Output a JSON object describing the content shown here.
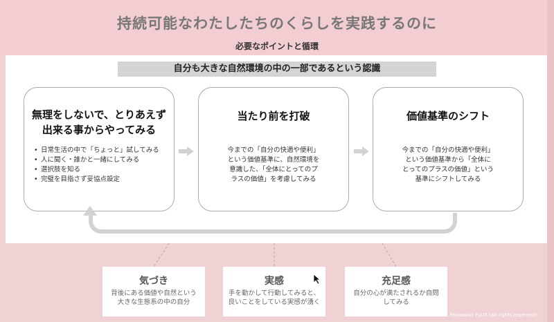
{
  "page": {
    "title": "持続可能なわたしたちのくらしを実践するのに",
    "subtitle": "必要なポイントと循環",
    "banner": "自分も大きな自然環境の中の一部であるという認識"
  },
  "cards": [
    {
      "title_line1": "無理をしないで、とりあえず",
      "title_line2": "出来る事からやってみる",
      "bullets": [
        "日常生活の中で「ちょっと」試してみる",
        "人に聞く・誰かと一緒にしてみる",
        "選択肢を知る",
        "完璧を目指さず妥協点設定"
      ]
    },
    {
      "title": "当たり前を打破",
      "body_lines": [
        "今までの「自分の快適や便利」",
        "という価値基準に、自然環境を",
        "意識した、「全体にとってのプ",
        "ラスの価値」を考慮してみる"
      ]
    },
    {
      "title": "価値基準のシフト",
      "body_lines": [
        "今までの「自分の快適や便利」",
        "という価値基準から「全体に",
        "とってのプラスの価値」という",
        "基準にシフトしてみる"
      ]
    }
  ],
  "bottom_cards": [
    {
      "title": "気づき",
      "lines": [
        "背後にある価値や自然という",
        "大きな生態系の中の自分"
      ]
    },
    {
      "title": "実感",
      "lines": [
        "手を動かして行動してみると、",
        "良いことをしている実感が湧く"
      ]
    },
    {
      "title": "充足感",
      "lines": [
        "自分の心が満たされるか自問",
        "してみる"
      ]
    }
  ],
  "footer": {
    "copyright": "© Panasonic FLUX  (all rights reserved)"
  },
  "colors": {
    "background": "#f3d3d6",
    "arrow": "#d2d2d2",
    "banner": "#d4d4d4"
  },
  "icons": [
    "arrow-right-icon",
    "cycle-arrow-icon",
    "mouse-cursor-icon"
  ]
}
